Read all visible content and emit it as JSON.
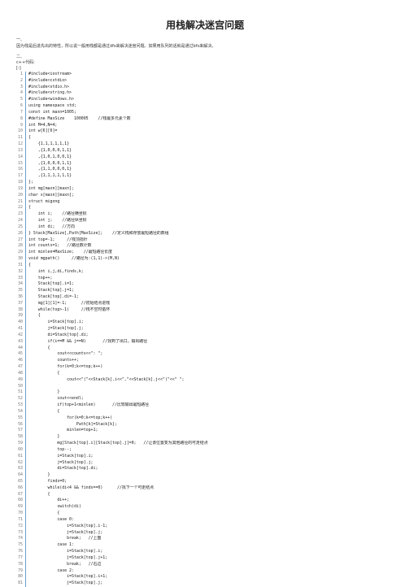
{
  "title": "用栈解决迷宫问题",
  "section1": "一、",
  "intro": "因为栈是后进先出的特性，所以说一般用栈都是通过dfs来解决迷宫问题。如果用队列的话就是通过bfs来解决。",
  "section2": "二、",
  "lang_label": "c++代码:",
  "code_toggle": "[-]",
  "code_lines": [
    "#include<iostream>",
    "#include<cstdio>",
    "#include<stdio.h>",
    "#include<string.h>",
    "#include<windows.h>",
    "using namespace std;",
    "const int maxn=1005;",
    "#define MaxSize    100005    //栈最多元素个数",
    "int M=4,N=4;",
    "int w[6][6]=",
    "{",
    "    {1,1,1,1,1,1}",
    "    ,{1,0,0,0,1,1}",
    "    ,{1,0,1,0,0,1}",
    "    ,{1,0,0,0,1,1}",
    "    ,{1,1,0,0,0,1}",
    "    ,{1,1,1,1,1,1}",
    "};",
    "int mg[maxn][maxn];",
    "char s[maxn][maxn];",
    "struct migong",
    "{",
    "    int i;    //路径横坐标",
    "    int j;    //路径纵坐标",
    "    int di;   //方向",
    "} Stack[MaxSize],Path[MaxSize];    //定义栈和存放最短路径的数组",
    "int top=-1;     //栈顶指针",
    "int counts=1;   //路径数计数",
    "int minlen=MaxSize;    //最短路径长度",
    "void mgpath()     //路径为:(1,1)->(M,N)",
    "{",
    "    int i,j,di,finds,k;",
    "    top++;",
    "    Stack[top].i=1;",
    "    Stack[top].j=1;",
    "    Stack[top].di=-1;",
    "    mg[1][1]=-1;      //初始结点进栈",
    "    while(top>-1)     //栈不空时循环",
    "    {",
    "        i=Stack[top].i;",
    "        j=Stack[top].j;",
    "        di=Stack[top].di;",
    "        if(i==M && j==N)       //找到了出口，输出路径",
    "        {",
    "            cout<<counts<<\": \";",
    "            counts++;",
    "            for(k=0;k<=top;k++)",
    "            {",
    "                cout<<\"(\"<<Stack[k].i<<\",\"<<Stack[k].j<<\")\"<<\" \";",
    "",
    "            }",
    "            cout<<endl;",
    "            if(top+1<minlen)       //比较输出最短路径",
    "            {",
    "                for(k=0;k<=top;k++)",
    "                    Path[k]=Stack[k];",
    "                minlen=top+1;",
    "            }",
    "            mg[Stack[top].i][Stack[top].j]=0;   //让该位置变为其他路径的可走结点",
    "            top--;",
    "            i=Stack[top].i;",
    "            j=Stack[top].j;",
    "            di=Stack[top].di;",
    "        }",
    "        finds=0;",
    "        while(di<4 && finds==0)      //找下一个可走结点",
    "        {",
    "            di++;",
    "            switch(di)",
    "            {",
    "            case 0:",
    "                i=Stack[top].i-1;",
    "                j=Stack[top].j;",
    "                break;   //上面",
    "            case 1:",
    "                i=Stack[top].i;",
    "                j=Stack[top].j+1;",
    "                break;   //右边",
    "            case 2:",
    "                i=Stack[top].i+1;",
    "                j=Stack[top].j;"
  ]
}
